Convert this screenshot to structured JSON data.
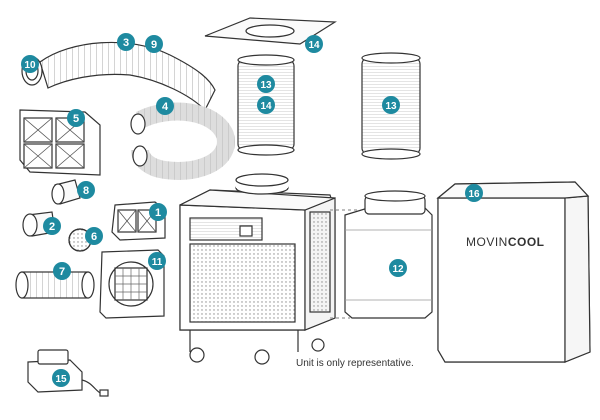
{
  "note": "Unit is only representative.",
  "brand": {
    "prefix": "MOVIN",
    "suffix": "COOL"
  },
  "badge_color": "#1e8aa0",
  "callouts": [
    {
      "id": "c1",
      "label": "1"
    },
    {
      "id": "c2",
      "label": "2"
    },
    {
      "id": "c3",
      "label": "3"
    },
    {
      "id": "c9",
      "label": "9"
    },
    {
      "id": "c4",
      "label": "4"
    },
    {
      "id": "c5",
      "label": "5"
    },
    {
      "id": "c6",
      "label": "6"
    },
    {
      "id": "c7",
      "label": "7"
    },
    {
      "id": "c8",
      "label": "8"
    },
    {
      "id": "c10",
      "label": "10"
    },
    {
      "id": "c11",
      "label": "11"
    },
    {
      "id": "c12",
      "label": "12"
    },
    {
      "id": "c13a",
      "label": "13"
    },
    {
      "id": "c13b",
      "label": "13"
    },
    {
      "id": "c14a",
      "label": "14"
    },
    {
      "id": "c14b",
      "label": "14"
    },
    {
      "id": "c15",
      "label": "15"
    },
    {
      "id": "c16",
      "label": "16"
    }
  ]
}
